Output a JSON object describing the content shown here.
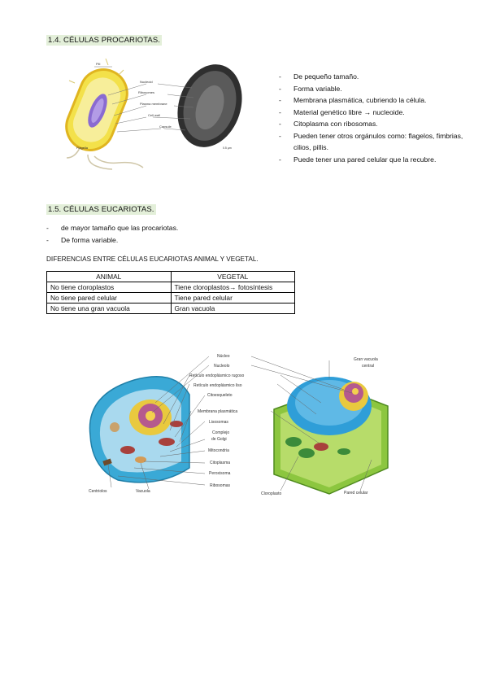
{
  "section14": {
    "heading": "1.4. CÉLULAS PROCARIOTAS.",
    "bullets": [
      "De pequeño tamaño.",
      "Forma variable.",
      "Membrana plasmática, cubriendo la célula.",
      "Material genético libre → nucleoide.",
      "Citoplasma con ribosomas.",
      "Pueden tener otros orgánulos como: flagelos, fimbrias, cilios, pillis.",
      "Puede tener una pared celular que la recubre."
    ],
    "figure": {
      "labels": {
        "pili": "Pili",
        "nucleoid": "Nucleoid",
        "ribosomes": "Ribosomes",
        "plasma_membrane": "Plasma membrane",
        "cell_wall": "Cell wall",
        "capsule": "Capsule",
        "flagella": "Flagella",
        "scale": "0.5 μm"
      }
    }
  },
  "section15": {
    "heading": "1.5. CÉLULAS EUCARIOTAS.",
    "bullets": [
      "de mayor tamaño que las procariotas.",
      "De forma variable."
    ],
    "subtitle": "DIFERENCIAS ENTRE CÉLULAS EUCARIOTAS ANIMAL Y VEGETAL.",
    "table": {
      "headers": [
        "ANIMAL",
        "VEGETAL"
      ],
      "rows": [
        [
          "No tiene cloroplastos",
          "Tiene cloroplastos→ fotosíntesis"
        ],
        [
          "No tiene pared celular",
          "Tiene pared celular"
        ],
        [
          "No tiene una gran vacuola",
          "Gran vacuola"
        ]
      ]
    },
    "figure": {
      "labels": {
        "nucleo": "Núcleo",
        "nucleolo": "Nucleolo",
        "rer": "Retículo endoplásmico rugoso",
        "rel": "Retículo endoplásmico liso",
        "citoesqueleto": "Citoesqueleto",
        "membrana": "Membrana plasmática",
        "lisosomas": "Lisosomas",
        "golgi_1": "Complejo",
        "golgi_2": "de Golgi",
        "mitocondria": "Mitocondria",
        "citoplasma": "Citoplasma",
        "peroxisoma": "Peroxisoma",
        "ribosomas": "Ribosomas",
        "gran_vacuola_1": "Gran vacuola",
        "gran_vacuola_2": "central",
        "centriolos": "Centriolos",
        "vacuola": "Vacuola",
        "cloroplasto": "Cloroplasto",
        "pared": "Pared celular"
      }
    }
  }
}
